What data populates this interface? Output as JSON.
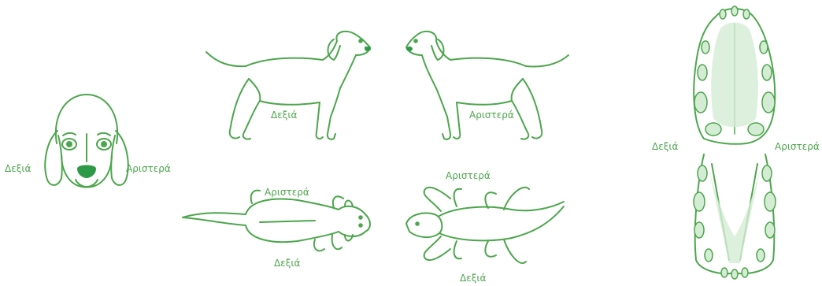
{
  "colors": {
    "line": "#4ca64c",
    "text": "#4ca64c",
    "teeth_fill": "#d4ecd4",
    "nose_fill": "#2e9a48"
  },
  "labels": {
    "right": "Δεξιά",
    "left": "Αριστερά"
  },
  "figures": [
    {
      "name": "head-front",
      "labels": [
        "Δεξιά",
        "Αριστερά"
      ]
    },
    {
      "name": "body-right-lateral",
      "labels": [
        "Δεξιά"
      ]
    },
    {
      "name": "body-left-lateral",
      "labels": [
        "Αριστερά"
      ]
    },
    {
      "name": "body-dorsal",
      "labels": [
        "Αριστερά",
        "Δεξιά"
      ]
    },
    {
      "name": "body-ventral",
      "labels": [
        "Αριστερά",
        "Δεξιά"
      ]
    },
    {
      "name": "dental-chart",
      "labels": [
        "Δεξιά",
        "Αριστερά"
      ]
    }
  ]
}
